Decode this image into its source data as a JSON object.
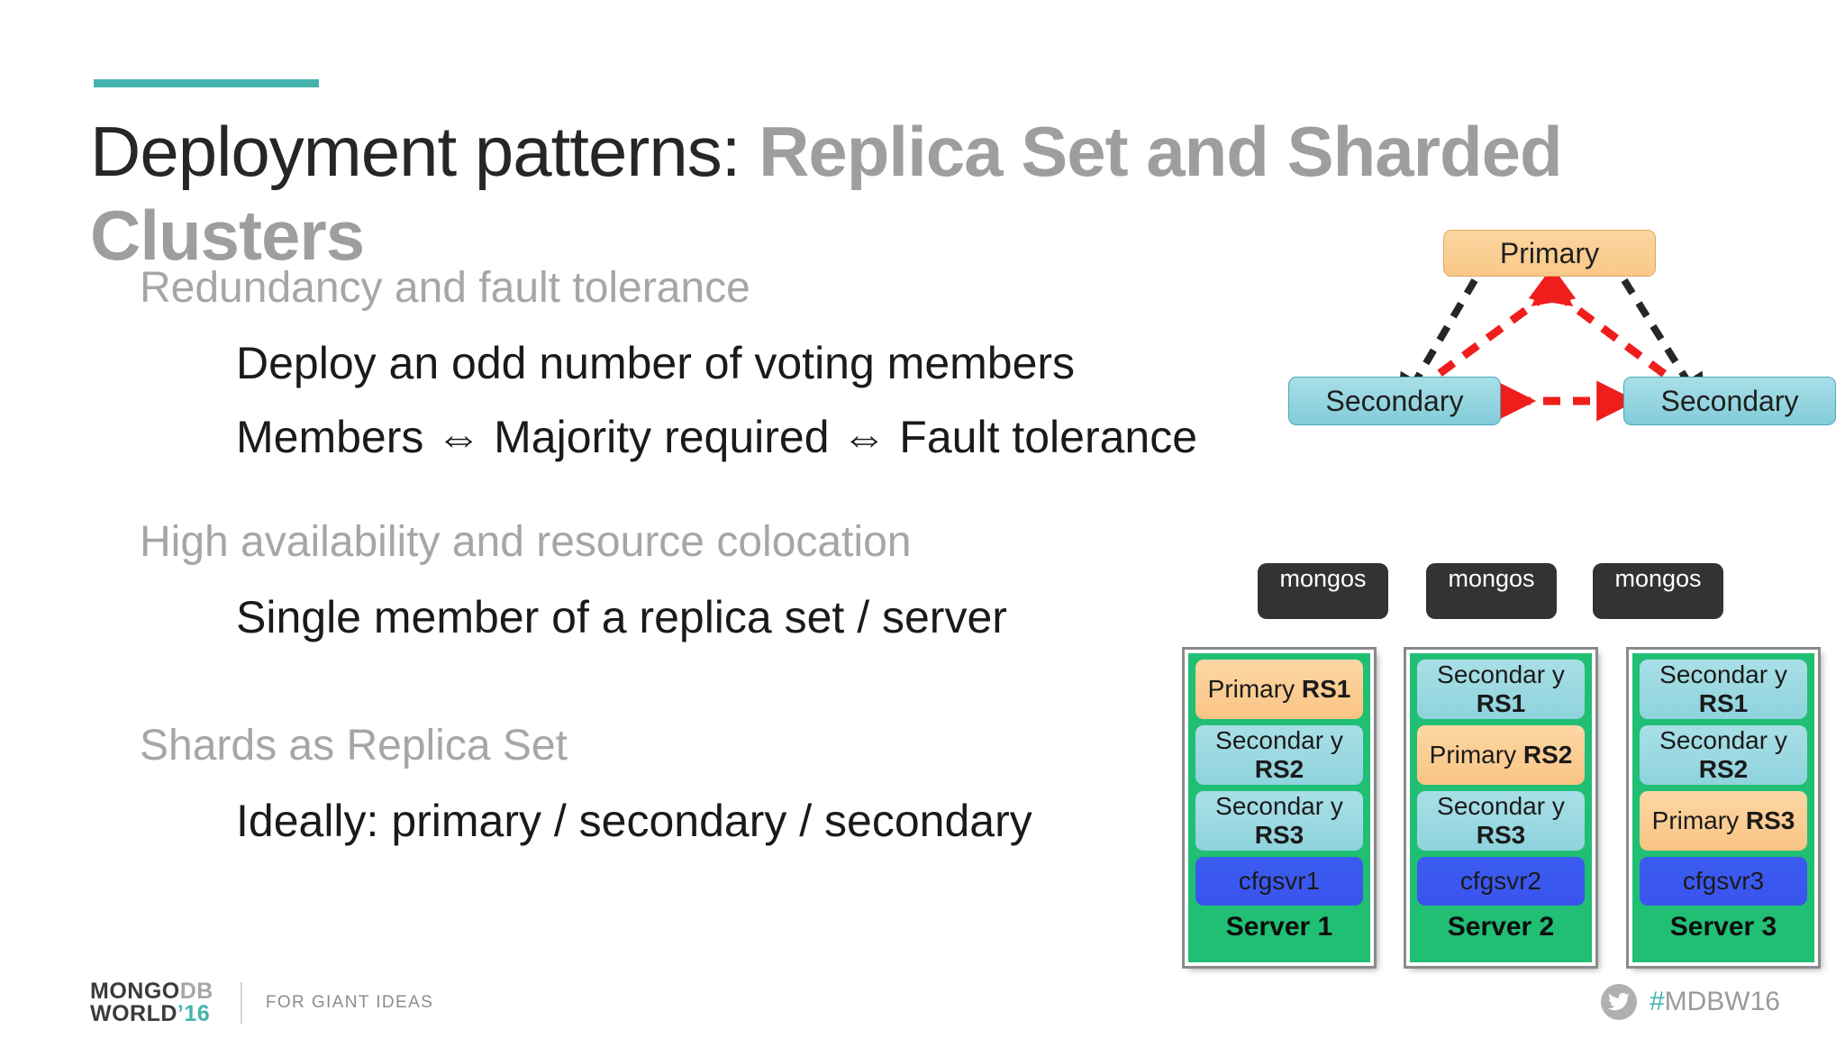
{
  "slide": {
    "title_dark": "Deployment patterns: ",
    "title_gray": "Replica Set and Sharded Clusters",
    "accent_color": "#45b3ad"
  },
  "bullets": [
    {
      "level": 1,
      "text": "Redundancy and fault tolerance"
    },
    {
      "level": 2,
      "text": "Deploy an odd number of voting members"
    },
    {
      "level": 2,
      "text": "Members  ⇔  Majority required  ⇔  Fault tolerance"
    },
    {
      "level": 1,
      "text": "High availability and resource colocation"
    },
    {
      "level": 2,
      "text": "Single member of a replica set / server"
    },
    {
      "level": 1,
      "text": "Shards as Replica Set"
    },
    {
      "level": 2,
      "text": "Ideally: primary / secondary / secondary"
    }
  ],
  "replica_set_diagram": {
    "primary": "Primary",
    "secondary_left": "Secondary",
    "secondary_right": "Secondary",
    "replication_arrow_color": "#262626",
    "heartbeat_arrow_color": "#f01d1d"
  },
  "cluster_diagram": {
    "routers": [
      {
        "name": "mongos"
      },
      {
        "name": "mongos"
      },
      {
        "name": "mongos"
      }
    ],
    "servers": [
      {
        "label": "Server 1",
        "boxes": [
          {
            "role": "Primary ",
            "rs": "RS1",
            "kind": "primary"
          },
          {
            "role": "Secondar y ",
            "rs": "RS2",
            "kind": "secondary"
          },
          {
            "role": "Secondar y ",
            "rs": "RS3",
            "kind": "secondary"
          },
          {
            "role": "cfgsvr1",
            "rs": "",
            "kind": "cfg"
          }
        ]
      },
      {
        "label": "Server 2",
        "boxes": [
          {
            "role": "Secondar y ",
            "rs": "RS1",
            "kind": "secondary"
          },
          {
            "role": "Primary ",
            "rs": "RS2",
            "kind": "primary"
          },
          {
            "role": "Secondar y ",
            "rs": "RS3",
            "kind": "secondary"
          },
          {
            "role": "cfgsvr2",
            "rs": "",
            "kind": "cfg"
          }
        ]
      },
      {
        "label": "Server 3",
        "boxes": [
          {
            "role": "Secondar y ",
            "rs": "RS1",
            "kind": "secondary"
          },
          {
            "role": "Secondar y ",
            "rs": "RS2",
            "kind": "secondary"
          },
          {
            "role": "Primary ",
            "rs": "RS3",
            "kind": "primary"
          },
          {
            "role": "cfgsvr3",
            "rs": "",
            "kind": "cfg"
          }
        ]
      }
    ]
  },
  "footer": {
    "logo_line1_dark": "MONGO",
    "logo_line1_gray": "DB",
    "logo_line2_dark": "WORLD",
    "logo_line2_teal": "’16",
    "tagline": "FOR GIANT IDEAS",
    "hashtag_symbol": "#",
    "hashtag_text": "MDBW16"
  }
}
